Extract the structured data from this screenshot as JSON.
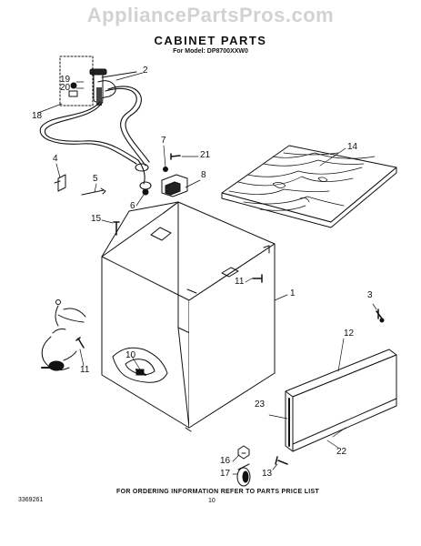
{
  "watermark": "AppliancePartsPros.com",
  "title": "CABINET PARTS",
  "subtitle": "For Model: DP8700XXW0",
  "callouts": {
    "c1": "1",
    "c2": "2",
    "c3": "3",
    "c4": "4",
    "c5": "5",
    "c6": "6",
    "c7": "7",
    "c8": "8",
    "c10": "10",
    "c11a": "11",
    "c11b": "11",
    "c12": "12",
    "c13": "13",
    "c14": "14",
    "c15": "15",
    "c16": "16",
    "c17": "17",
    "c18": "18",
    "c19": "19",
    "c20": "20",
    "c21": "21",
    "c22": "22",
    "c23": "23"
  },
  "footer": {
    "part_number": "3369261",
    "ordering_note": "FOR ORDERING INFORMATION REFER TO PARTS PRICE LIST",
    "page_number": "10"
  }
}
